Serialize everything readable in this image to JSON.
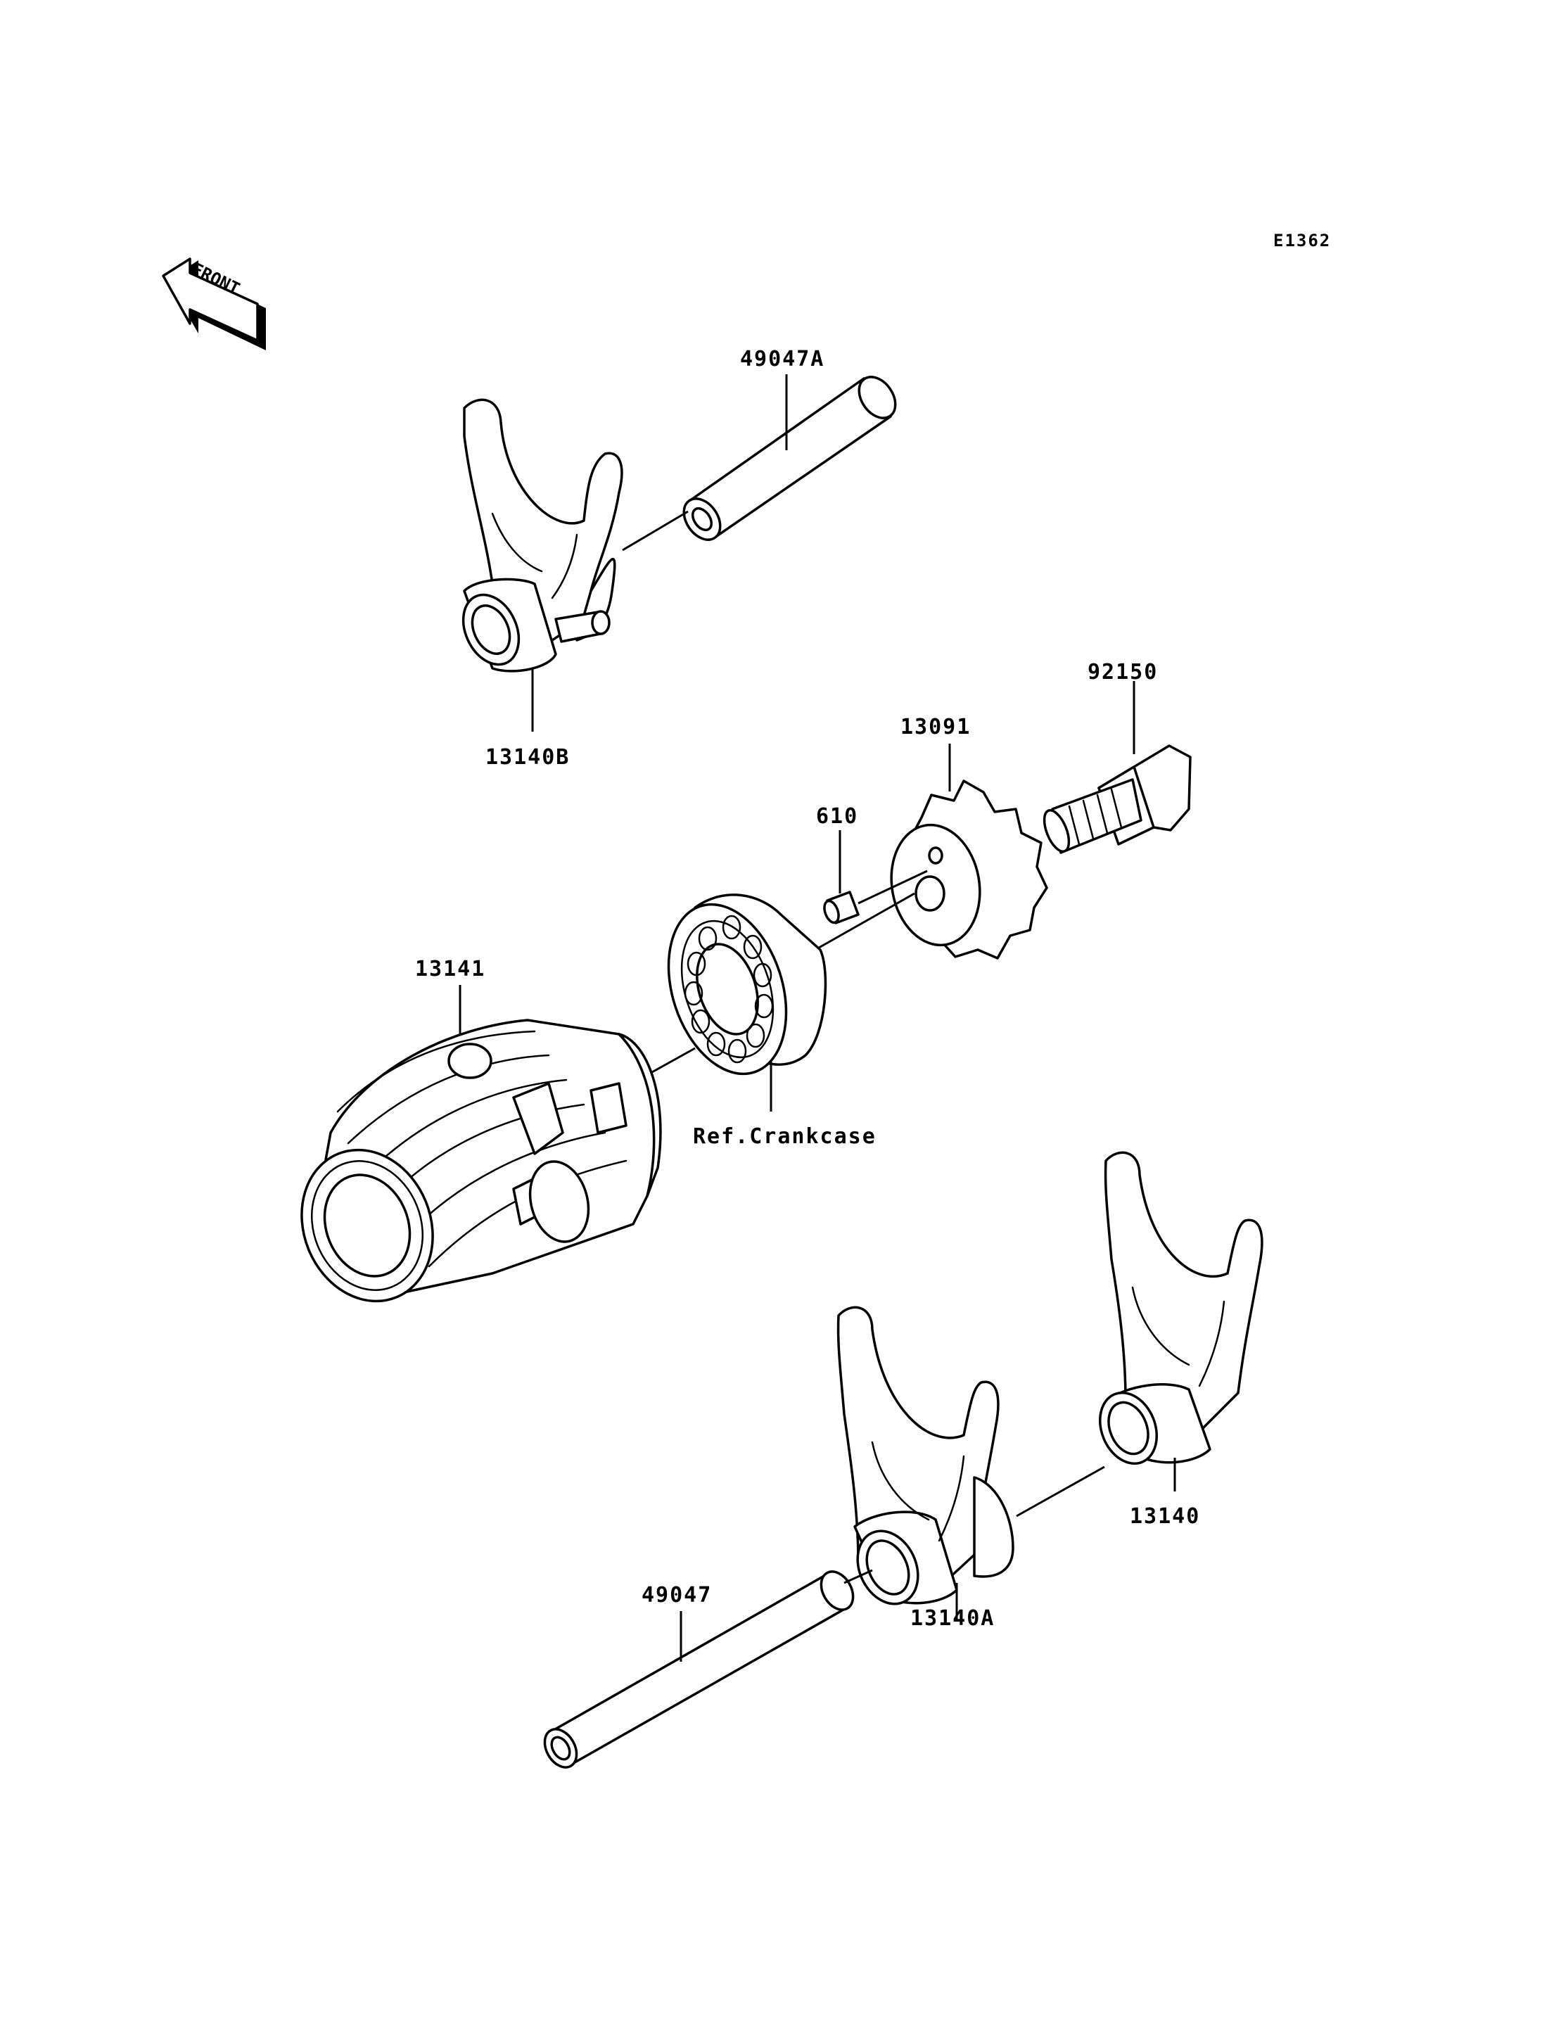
{
  "diagram_code": "E1362",
  "front_label": "FRONT",
  "labels": {
    "p49047A": "49047A",
    "p13140B": "13140B",
    "p92150": "92150",
    "p13091": "13091",
    "p610": "610",
    "p13141": "13141",
    "ref_crankcase": "Ref.Crankcase",
    "p13140": "13140",
    "p49047": "49047",
    "p13140A": "13140A"
  }
}
